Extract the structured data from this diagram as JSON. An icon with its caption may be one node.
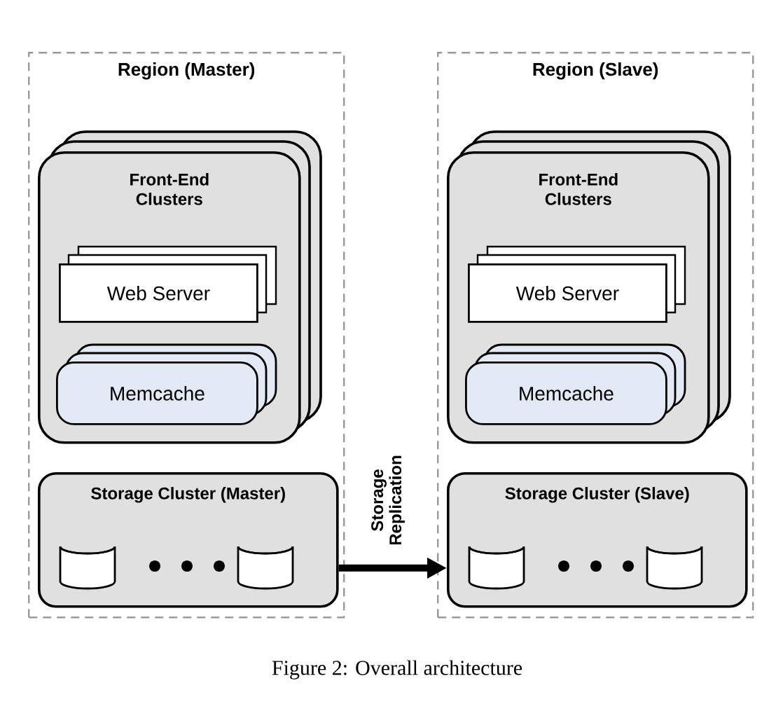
{
  "diagram": {
    "caption": "Figure 2: Overall architecture",
    "nodes": [
      {
        "text": [
          "Region (Master)"
        ]
      },
      {
        "text": [
          "Front-End Clusters"
        ],
        "in": 0
      },
      {
        "text": [
          "Web Server"
        ],
        "in": 1
      },
      {
        "text": [
          "Memcache"
        ],
        "in": 1
      },
      {
        "text": [
          "Storage Cluster (Master)"
        ],
        "in": 0
      },
      {
        "text": [],
        "shape": "cylinder",
        "in": 4
      },
      {
        "text": [],
        "shape": "cylinder",
        "in": 4
      },
      {
        "text": [
          "Region (Slave)"
        ]
      },
      {
        "text": [
          "Front-End Clusters"
        ],
        "in": 7
      },
      {
        "text": [
          "Web Server"
        ],
        "in": 8
      },
      {
        "text": [
          "Memcache"
        ],
        "in": 8
      },
      {
        "text": [
          "Storage Cluster (Slave)"
        ],
        "in": 7
      },
      {
        "text": [],
        "shape": "cylinder",
        "in": 11
      },
      {
        "text": [],
        "shape": "cylinder",
        "in": 11
      }
    ],
    "edges": [
      {
        "from": 4,
        "to": 11,
        "arrow": "to",
        "label": "Storage Replication"
      }
    ]
  }
}
